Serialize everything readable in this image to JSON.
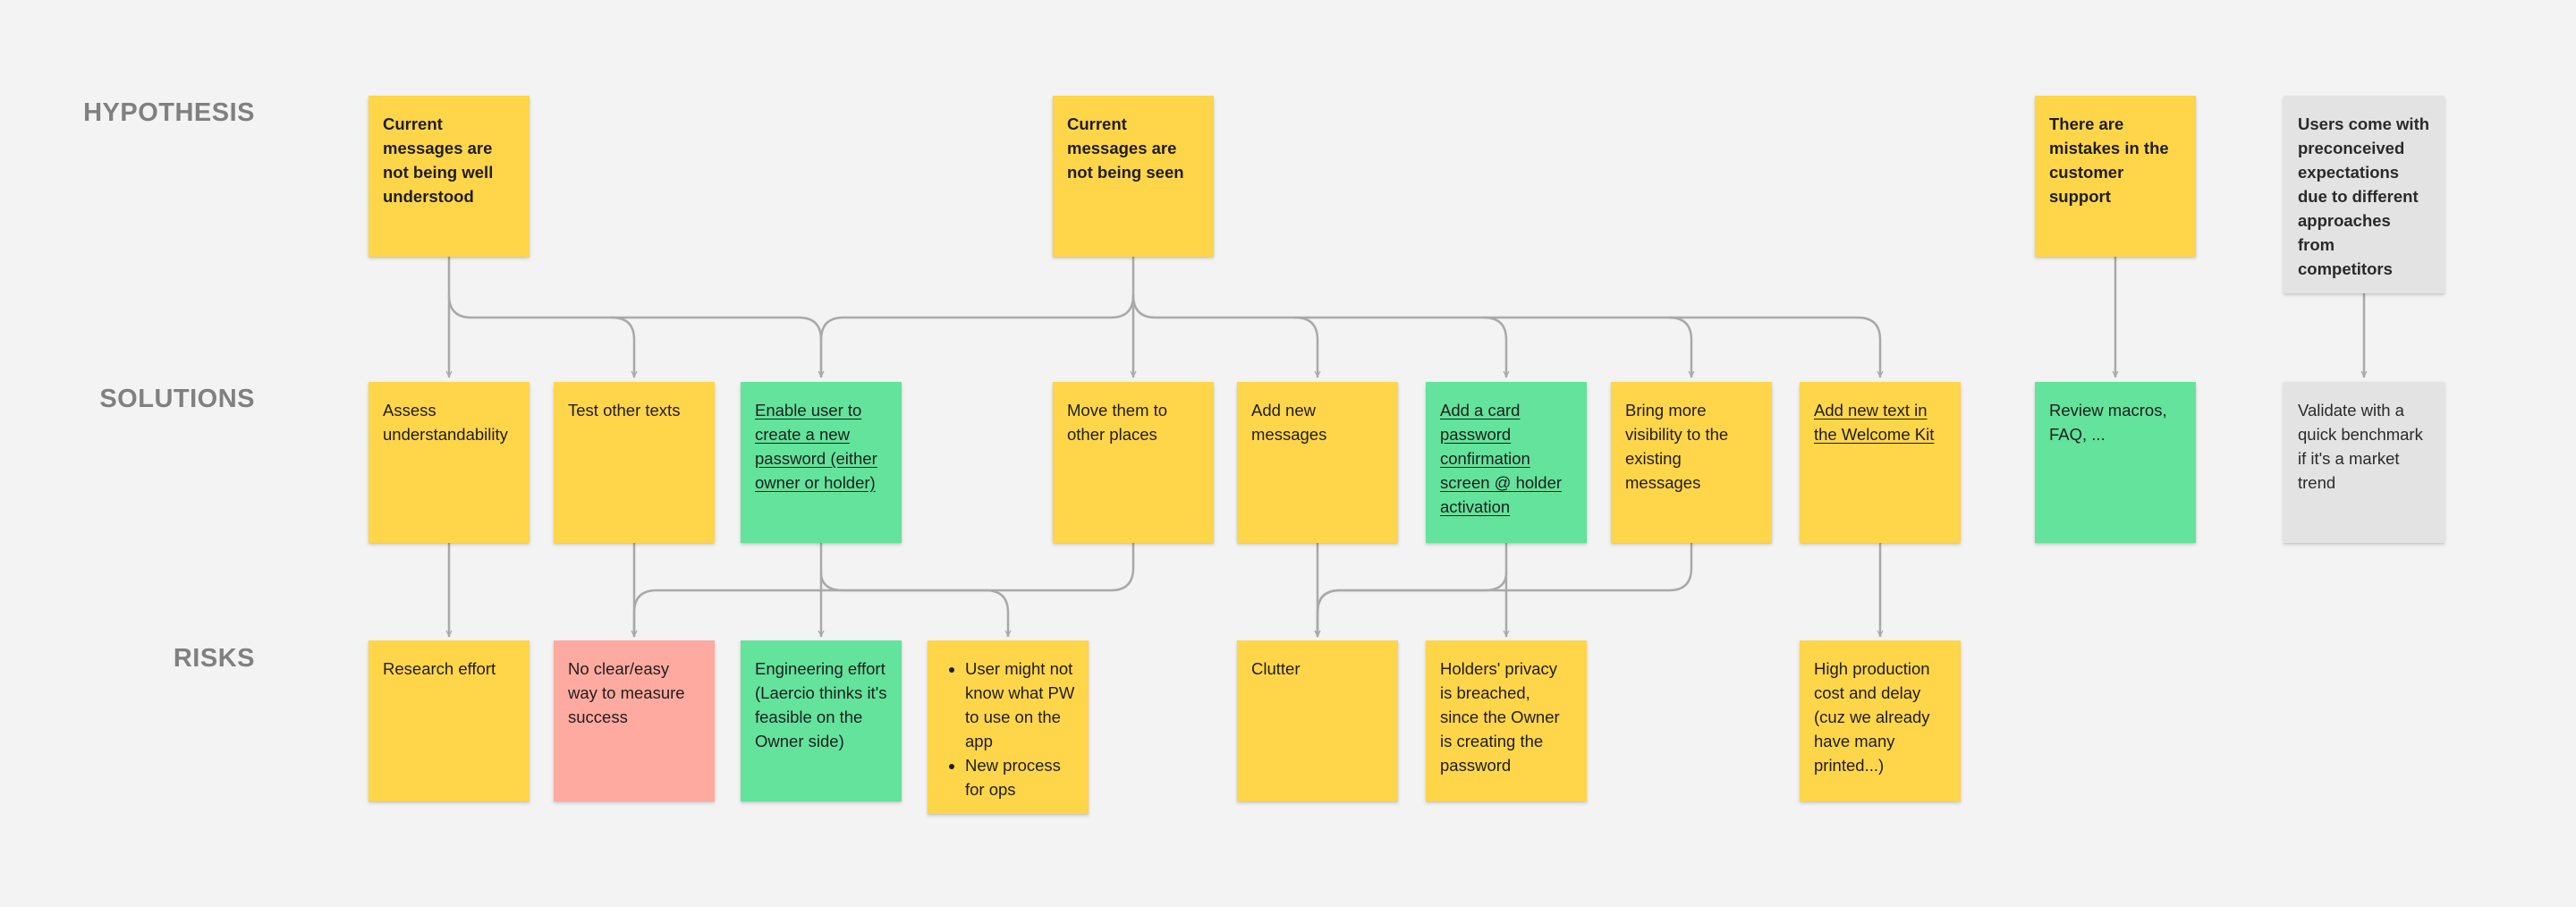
{
  "rows": {
    "hypothesis": "HYPOTHESIS",
    "solutions": "SOLUTIONS",
    "risks": "RISKS"
  },
  "colors": {
    "yellow": "#ffd54a",
    "green": "#63e39c",
    "red": "#ffaaa0",
    "gray": "#e3e3e3",
    "connector": "#a9a9a9",
    "label": "#808080"
  },
  "hypothesis": {
    "h1": "Current messages are not being well understood",
    "h2": "Current messages are not being seen",
    "h3": "There are mistakes in the customer support",
    "h4": "Users come with preconceived expectations due to different approaches from competitors"
  },
  "solutions": {
    "s1": "Assess understandability",
    "s2": "Test other texts",
    "s3": "Enable user to create a new password (either owner or holder)",
    "s4": "Move them to other places",
    "s5": "Add new messages",
    "s6": "Add a card password confirmation screen @ holder activation",
    "s7": "Bring more visibility to the existing messages",
    "s8": "Add new text in the Welcome Kit",
    "s9": "Review macros, FAQ, ...",
    "s10": "Validate with a quick benchmark if it's a market trend"
  },
  "risks": {
    "r1": "Research effort",
    "r2": "No clear/easy way to measure success",
    "r3": "Engineering effort (Laercio thinks it's feasible on the Owner side)",
    "r4": [
      "User might not know what PW to use on the app",
      "New process for ops"
    ],
    "r5": "Clutter",
    "r6": "Holders' privacy is breached, since the Owner is creating the password",
    "r7": "High production cost and delay (cuz we already have many printed...)"
  }
}
